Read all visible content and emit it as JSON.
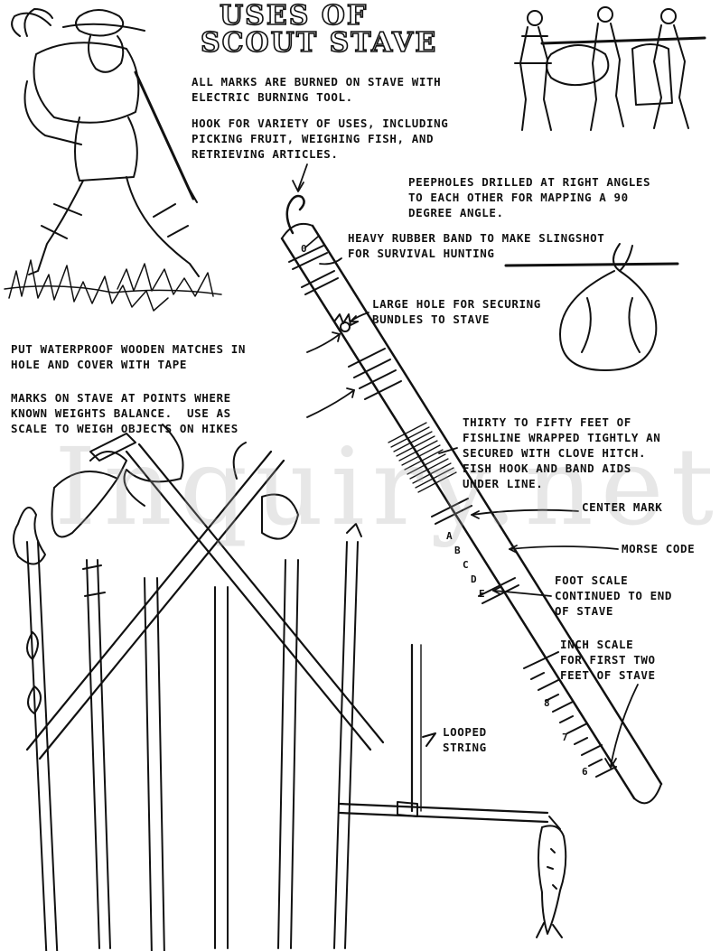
{
  "title": {
    "line1": "USES OF",
    "line2": "SCOUT STAVE"
  },
  "labels": {
    "burned_marks": "ALL MARKS ARE BURNED ON STAVE WITH\nELECTRIC BURNING TOOL.",
    "hook": "HOOK FOR VARIETY OF USES, INCLUDING\nPICKING FRUIT, WEIGHING FISH, AND\nRETRIEVING ARTICLES.",
    "peepholes": "PEEPHOLES DRILLED AT RIGHT ANGLES\nTO EACH OTHER FOR MAPPING A 90\nDEGREE ANGLE.",
    "rubber_band": "HEAVY RUBBER BAND TO MAKE SLINGSHOT\nFOR SURVIVAL HUNTING",
    "large_hole": "LARGE HOLE FOR SECURING\nBUNDLES TO STAVE",
    "matches": "PUT WATERPROOF WOODEN MATCHES IN\nHOLE AND COVER WITH TAPE",
    "weights": "MARKS ON STAVE AT POINTS WHERE\nKNOWN WEIGHTS BALANCE.  USE AS\nSCALE TO WEIGH OBJECTS ON HIKES",
    "fishline": "THIRTY TO FIFTY FEET OF\nFISHLINE WRAPPED TIGHTLY AN\nSECURED WITH CLOVE HITCH.\nFISH HOOK AND BAND AIDS\nUNDER LINE.",
    "center_mark": "CENTER MARK",
    "morse_code": "MORSE CODE",
    "foot_scale": "FOOT SCALE\nCONTINUED TO END\nOF STAVE",
    "inch_scale": "INCH SCALE\nFOR FIRST TWO\nFEET OF STAVE",
    "looped_string": "LOOPED\nSTRING"
  },
  "stave_markings": {
    "top_mark": "0",
    "morse_letters": [
      "A",
      "B",
      "C",
      "D",
      "E"
    ],
    "scale_numbers": [
      "8",
      "7",
      "6"
    ]
  },
  "watermark": "Inquiry.net",
  "colors": {
    "ink": "#111111",
    "paper": "#ffffff",
    "watermark": "#aaaaaa"
  }
}
